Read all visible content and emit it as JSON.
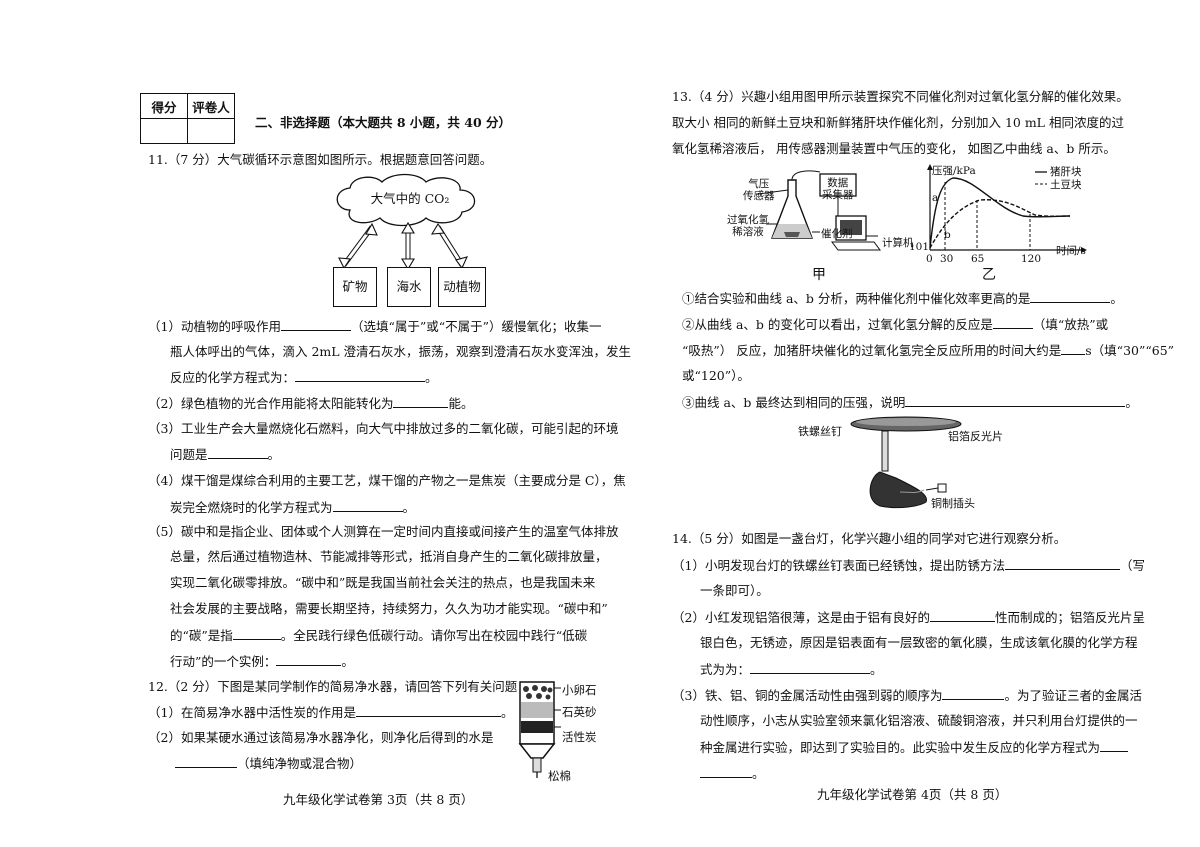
{
  "left": {
    "score_table": {
      "score_label": "得分",
      "grader_label": "评卷人"
    },
    "section_title": "二、非选择题（本大题共 8 小题，共 40 分）",
    "q11": {
      "stem": "11.（7 分）大气碳循环示意图如图所示。根据题意回答问题。",
      "diagram": {
        "cloud": "大气中的 CO₂",
        "box1": "矿物",
        "box2": "海水",
        "box3": "动植物"
      },
      "p1_l1a": "（1）动植物的呼吸作用",
      "p1_l1b": "（选填“属于”或“不属于”）缓慢氧化；收集一",
      "p1_l2": "瓶人体呼出的气体，滴入 2mL 澄清石灰水，振荡，观察到澄清石灰水变浑浊，发生",
      "p1_l3": "反应的化学方程式为：",
      "p1_l3end": "。",
      "p2_a": "（2）绿色植物的光合作用能将太阳能转化为",
      "p2_b": "能。",
      "p3_l1": "（3）工业生产会大量燃烧化石燃料，向大气中排放过多的二氧化碳，可能引起的环境",
      "p3_l2a": "问题是",
      "p3_l2b": "。",
      "p4_l1": "（4）煤干馏是煤综合利用的主要工艺，煤干馏的产物之一是焦炭（主要成分是 C），焦",
      "p4_l2a": "炭完全燃烧时的化学方程式为",
      "p4_l2b": "。",
      "p5_l1": "（5）碳中和是指企业、团体或个人测算在一定时间内直接或间接产生的温室气体排放",
      "p5_l2": "总量，然后通过植物造林、节能减排等形式，抵消自身产生的二氧化碳排放量，",
      "p5_l3": "实现二氧化碳零排放。“碳中和”既是我国当前社会关注的热点，也是我国未来",
      "p5_l4": "社会发展的主要战略，需要长期坚持，持续努力，久久为功才能实现。“碳中和”",
      "p5_l5a": "的“碳”是指",
      "p5_l5b": "。全民践行绿色低碳行动。请你写出在校园中践行“低碳",
      "p5_l6a": "行动”的一个实例：",
      "p5_l6b": "。"
    },
    "q12": {
      "stem": "12.（2 分）下图是某同学制作的简易净水器，请回答下列有关问题：",
      "p1a": "（1）在简易净水器中活性炭的作用是",
      "p1b": "。",
      "p2a": "（2）如果某硬水通过该简易净水器净化，则净化后得到的水是",
      "p2b": "（填纯净物或混合物）",
      "labels": {
        "pebble": "小卵石",
        "sand": "石英砂",
        "carbon": "活性炭",
        "cotton": "松棉"
      }
    },
    "footer": "九年级化学试卷第 3页（共 8 页）"
  },
  "right": {
    "q13": {
      "l1": "13.（4 分）兴趣小组用图甲所示装置探究不同催化剂对过氧化氢分解的催化效果。",
      "l2": "取大小 相同的新鲜土豆块和新鲜猪肝块作催化剂，分别加入 10 mL 相同浓度的过",
      "l3": "氧化氢稀溶液后， 用传感器测量装置中气压的变化， 如图乙中曲线 a、b 所示。",
      "fig_a": {
        "sensor": "气压\n传感器",
        "collector": "数据\n采集器",
        "solution": "过氧化氢\n稀溶液",
        "catalyst": "催化剂",
        "computer": "计算机",
        "caption": "甲"
      },
      "fig_b": {
        "ylabel": "压强/kPa",
        "y0": "101",
        "xlabel": "时间/s",
        "ticks": [
          "0",
          "30",
          "65",
          "120"
        ],
        "legend1": "猪肝块",
        "legend2": "土豆块",
        "curve_a": "a",
        "curve_b": "b",
        "caption": "乙"
      },
      "c1a": "①结合实验和曲线 a、b 分析，两种催化剂中催化效率更高的是",
      "c1b": "。",
      "c2a": "②从曲线 a、b 的变化可以看出，过氧化氢分解的反应是",
      "c2b": "（填“放热”或",
      "c2l2a": "“吸热”） 反应，加猪肝块催化的过氧化氢完全反应所用的时间大约是",
      "c2l2b": "s（填“30”“65”",
      "c2l3": "或“120”）。",
      "c3a": "③曲线 a、b 最终达到相同的压强，说明",
      "c3b": "。"
    },
    "lamp": {
      "screw": "铁螺丝钉",
      "foil": "铝箔反光片",
      "plug": "铜制插头"
    },
    "q14": {
      "stem": "14.（5 分）如图是一盏台灯，化学兴趣小组的同学对它进行观察分析。",
      "p1a": "（1）小明发现台灯的铁螺丝钉表面已经锈蚀，提出防锈方法",
      "p1b": "（写",
      "p1l2": "一条即可）。",
      "p2a": "（2）小红发现铝箔很薄，这是由于铝有良好的",
      "p2b": "性而制成的；铝箔反光片呈",
      "p2l2": "银白色，无锈迹，原因是铝表面有一层致密的氧化膜，生成该氧化膜的化学方程",
      "p2l3a": "式为为：",
      "p2l3b": "。",
      "p3a": "（3）铁、铝、铜的金属活动性由强到弱的顺序为",
      "p3b": "。为了验证三者的金属活",
      "p3l2": "动性顺序，小志从实验室领来氯化铝溶液、硫酸铜溶液，并只利用台灯提供的一",
      "p3l3a": "种金属进行实验，即达到了实验目的。此实验中发生反应的化学方程式为",
      "p3l4b": "。"
    },
    "footer": "九年级化学试卷第 4页（共 8 页）"
  }
}
